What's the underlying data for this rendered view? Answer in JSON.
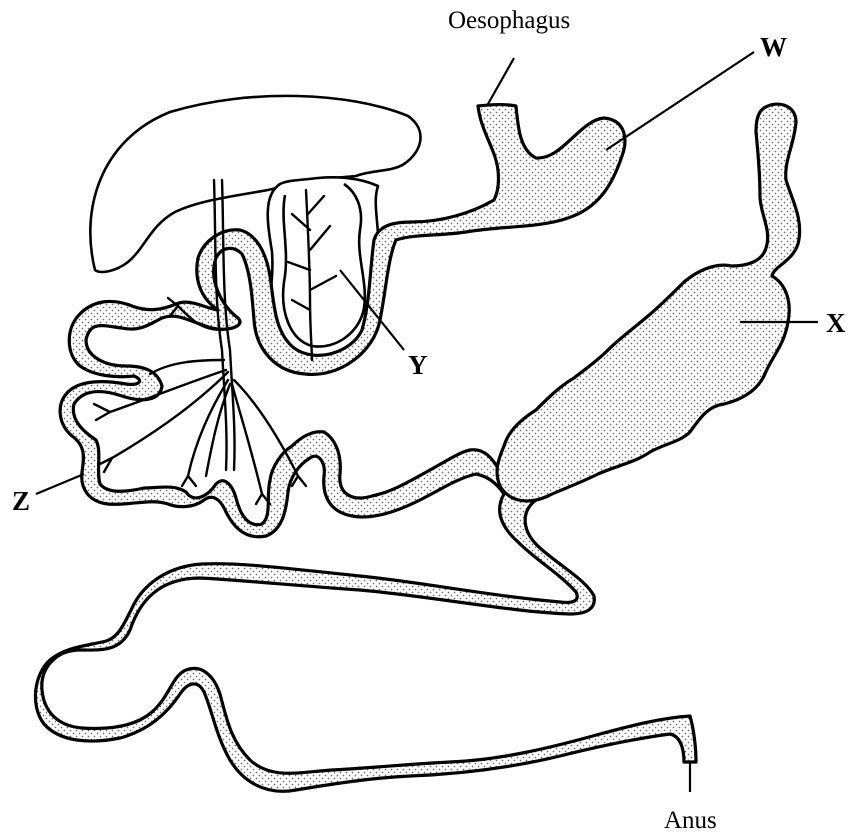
{
  "labels": {
    "oesophagus": "Oesophagus",
    "anus": "Anus",
    "w": "W",
    "x": "X",
    "y": "Y",
    "z": "Z"
  },
  "colors": {
    "outline": "#000000",
    "stipple_dot": "#6f6f6f",
    "background": "#ffffff"
  }
}
